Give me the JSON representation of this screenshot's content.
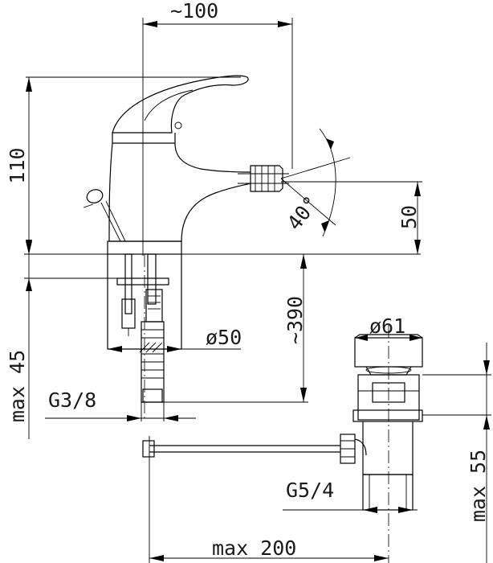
{
  "dimensions": {
    "width_top": "~100",
    "height_total": "110",
    "spout_height": "50",
    "spray_angle": "40°",
    "body_diameter": "ø50",
    "hose_length": "~390",
    "thread_inlet": "G3/8",
    "max_mount": "max 45",
    "drain_diameter": "ø61",
    "drain_thread": "G5/4",
    "max_drain": "max 55",
    "max_rod": "max 200"
  },
  "colors": {
    "line": "#000000",
    "background": "#ffffff"
  }
}
